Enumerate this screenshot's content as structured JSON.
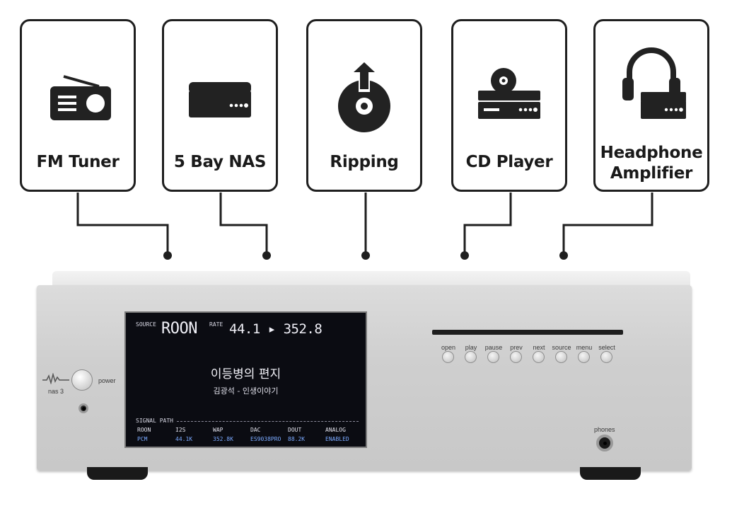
{
  "features": [
    {
      "label_lines": [
        "FM Tuner",
        ""
      ],
      "icon": "radio-icon"
    },
    {
      "label_lines": [
        "5 Bay NAS",
        ""
      ],
      "icon": "nas-icon"
    },
    {
      "label_lines": [
        "Ripping",
        ""
      ],
      "icon": "disc-rip-icon"
    },
    {
      "label_lines": [
        "CD Player",
        ""
      ],
      "icon": "cd-player-icon"
    },
    {
      "label_lines": [
        "Headphone",
        "Amplifier"
      ],
      "icon": "headphone-amp-icon"
    }
  ],
  "device": {
    "brand_model": "nas 3",
    "power_label": "power",
    "phones_label": "phones",
    "buttons": [
      "open",
      "play",
      "pause",
      "prev",
      "next",
      "source",
      "menu",
      "select"
    ]
  },
  "display": {
    "source_label": "SOURCE",
    "source_value": "ROON",
    "rate_label": "RATE",
    "rate_value": "44.1 ▸ 352.8",
    "song_title": "이등병의 편지",
    "artist_album": "김광석 - 인생이야기",
    "signal_path_label": "SIGNAL PATH",
    "signal_path": [
      {
        "head": "ROON",
        "value": "PCM"
      },
      {
        "head": "I2S",
        "value": "44.1K"
      },
      {
        "head": "WAP",
        "value": "352.8K"
      },
      {
        "head": "DAC",
        "value": "ES9038PRO"
      },
      {
        "head": "DOUT",
        "value": "88.2K"
      },
      {
        "head": "ANALOG",
        "value": "ENABLED"
      }
    ]
  },
  "colors": {
    "outline": "#1f1f1f",
    "panel": "#cfcfcf",
    "lcd_bg": "#0b0c12",
    "lcd_accent": "#7aa9ff"
  }
}
